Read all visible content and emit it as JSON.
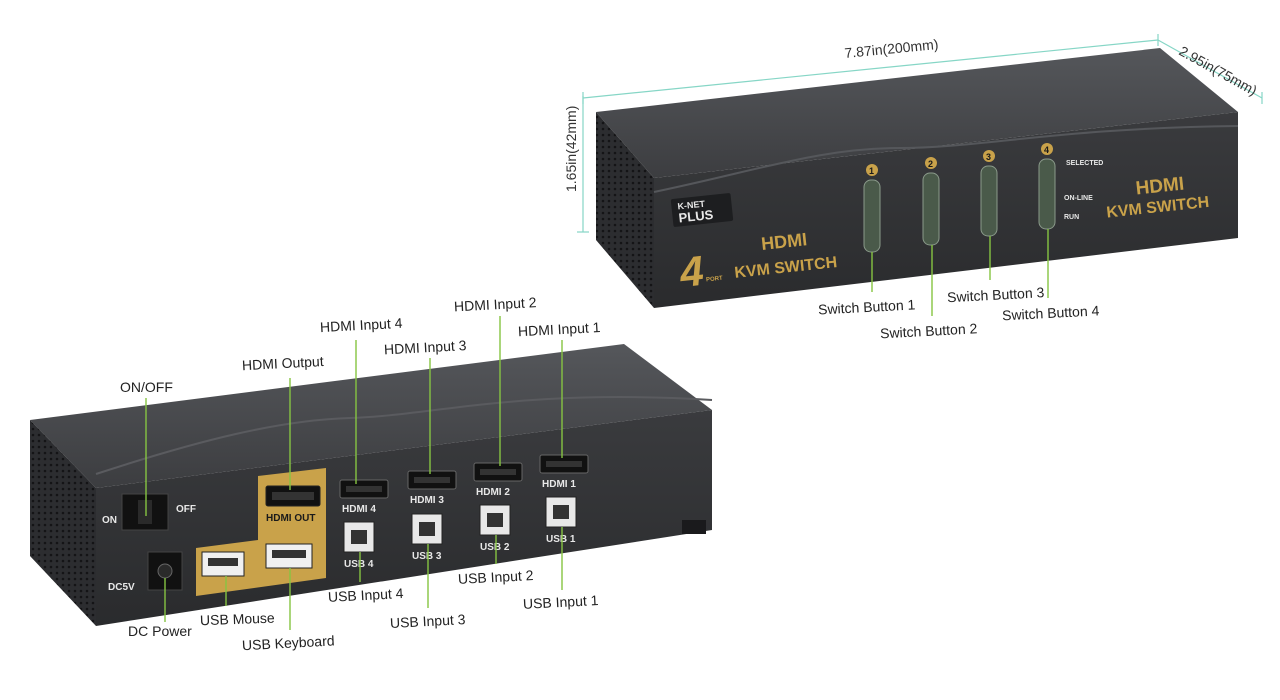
{
  "dimensions": {
    "width": "7.87in(200mm)",
    "depth": "2.95in(75mm)",
    "height": "1.65in(42mm)"
  },
  "front": {
    "brand_line1": "K-NET",
    "brand_line2": "PLUS",
    "big_number": "4",
    "port_small": "PORT",
    "title_line1": "HDMI",
    "title_line2": "KVM SWITCH",
    "right_title_line1": "HDMI",
    "right_title_line2": "KVM SWITCH",
    "button_numbers": [
      "1",
      "2",
      "3",
      "4"
    ],
    "indicator_selected": "SELECTED",
    "indicator_online": "ON-LINE",
    "indicator_run": "RUN",
    "callouts": [
      "Switch Button 1",
      "Switch Button 2",
      "Switch Button 3",
      "Switch Button 4"
    ]
  },
  "back": {
    "on_text": "ON",
    "off_text": "OFF",
    "dc_text": "DC5V",
    "hdmi_out_text": "HDMI OUT",
    "hdmi_port_labels": [
      "HDMI 4",
      "HDMI 3",
      "HDMI 2",
      "HDMI 1"
    ],
    "usb_port_labels": [
      "USB 4",
      "USB 3",
      "USB 2",
      "USB 1"
    ],
    "callouts": {
      "on_off": "ON/OFF",
      "hdmi_output": "HDMI Output",
      "hdmi_input_4": "HDMI Input 4",
      "hdmi_input_3": "HDMI Input 3",
      "hdmi_input_2": "HDMI Input 2",
      "hdmi_input_1": "HDMI Input 1",
      "dc_power": "DC Power",
      "usb_mouse": "USB Mouse",
      "usb_keyboard": "USB Keyboard",
      "usb_input_4": "USB Input 4",
      "usb_input_3": "USB Input 3",
      "usb_input_2": "USB Input 2",
      "usb_input_1": "USB Input 1"
    }
  },
  "colors": {
    "leader_line": "#86c442",
    "dimension_line": "#86d6c6",
    "accent_gold": "#c9a24a",
    "body_dark": "#3a3b3e"
  }
}
